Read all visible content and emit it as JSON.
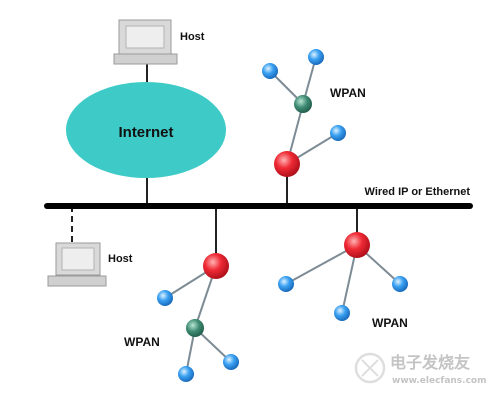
{
  "colors": {
    "background": "#ffffff",
    "internet_fill": "#3ecbc8",
    "backbone": "#000000",
    "link": "#7d8b95",
    "router_red": "#e8192c",
    "coordinator_green": "#3f8b73",
    "device_blue": "#2f8fe8",
    "host_gray": "#d9d9d9"
  },
  "labels": {
    "host_top": "Host",
    "host_bottom": "Host",
    "internet": "Internet",
    "wired": "Wired IP or Ethernet",
    "wpan_top": "WPAN",
    "wpan_bottom_left": "WPAN",
    "wpan_bottom_right": "WPAN"
  },
  "watermark": {
    "brand": "电子发烧友",
    "url": "www.elecfans.com",
    "icon": "elecfans-logo-icon"
  }
}
